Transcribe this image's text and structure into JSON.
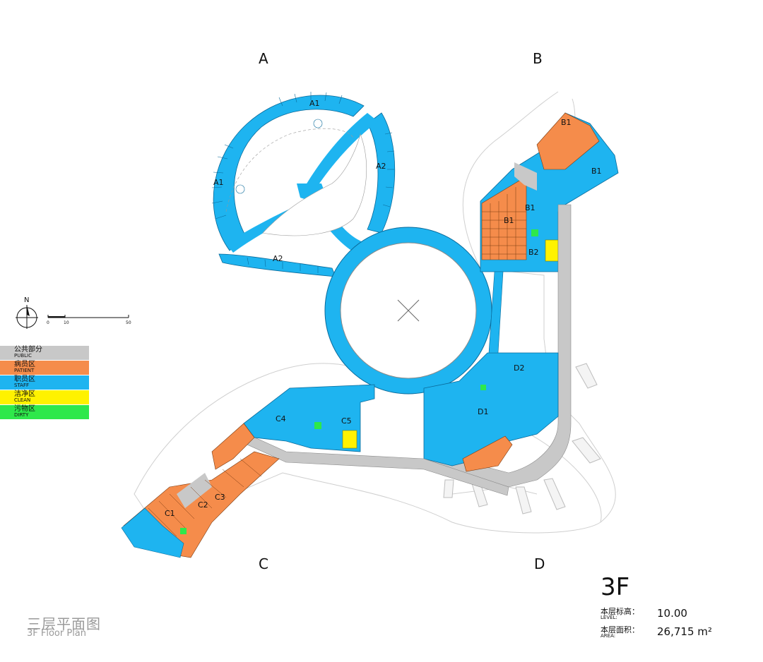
{
  "zones": {
    "a": "A",
    "b": "B",
    "c": "C",
    "d": "D"
  },
  "rooms": {
    "a1_top": "A1",
    "a1_left": "A1",
    "a2_right": "A2",
    "a2_bottom": "A2",
    "b1_top": "B1",
    "b1_right": "B1",
    "b1_mid": "B1",
    "b1_main": "B1",
    "b2": "B2",
    "c1": "C1",
    "c2": "C2",
    "c3": "C3",
    "c4": "C4",
    "c5": "C5",
    "d1": "D1",
    "d2": "D2"
  },
  "scale": {
    "t0": "0",
    "t10": "10",
    "t50": "50",
    "north": "N"
  },
  "legend": [
    {
      "zh": "公共部分",
      "en": "PUBLIC",
      "color": "#c8c8c8"
    },
    {
      "zh": "病员区",
      "en": "PATIENT",
      "color": "#f58c4b"
    },
    {
      "zh": "职员区",
      "en": "STAFF",
      "color": "#1eb4f0"
    },
    {
      "zh": "洁净区",
      "en": "CLEAN",
      "color": "#fff200"
    },
    {
      "zh": "污物区",
      "en": "DIRTY",
      "color": "#2ee84b"
    }
  ],
  "title": {
    "zh": "三层平面图",
    "en": "3F Floor Plan"
  },
  "floor": "3F",
  "level": {
    "zh": "本层标高：",
    "en": "LEVEL:",
    "value": "10.00"
  },
  "area": {
    "zh": "本层面积：",
    "en": "AREA:",
    "value": "26,715 m²"
  },
  "colors": {
    "public": "#c8c8c8",
    "patient": "#f58c4b",
    "staff": "#1eb4f0",
    "clean": "#fff200",
    "dirty": "#2ee84b"
  }
}
